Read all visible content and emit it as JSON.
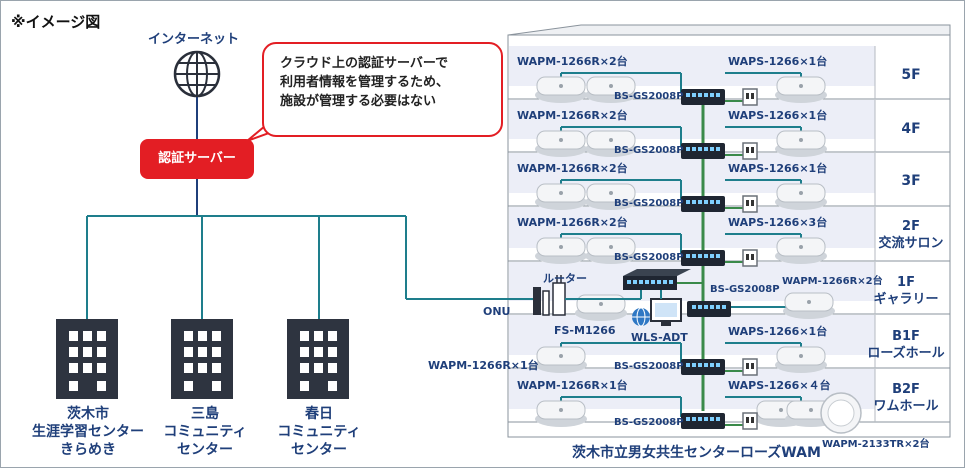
{
  "note": "※イメージ図",
  "internet_label": "インターネット",
  "auth_server": "認証サーバー",
  "callout": {
    "line1": "クラウド上の認証サーバーで",
    "line2": "利用者情報を管理するため、",
    "line3": "施設が管理する必要はない"
  },
  "buildings": [
    {
      "line1": "茨木市",
      "line2": "生涯学習センター",
      "line3": "きらめき"
    },
    {
      "line1": "三島",
      "line2": "コミュニティ",
      "line3": "センター"
    },
    {
      "line1": "春日",
      "line2": "コミュニティ",
      "line3": "センター"
    }
  ],
  "floors": [
    {
      "name": "5F",
      "sub": "",
      "left_ap": "WAPM-1266R×2台",
      "right_ap": "WAPS-1266×1台",
      "switch": "BS-GS2008P"
    },
    {
      "name": "4F",
      "sub": "",
      "left_ap": "WAPM-1266R×2台",
      "right_ap": "WAPS-1266×1台",
      "switch": "BS-GS2008P"
    },
    {
      "name": "3F",
      "sub": "",
      "left_ap": "WAPM-1266R×2台",
      "right_ap": "WAPS-1266×1台",
      "switch": "BS-GS2008P"
    },
    {
      "name": "2F",
      "sub": "交流サロン",
      "left_ap": "WAPM-1266R×2台",
      "right_ap": "WAPS-1266×3台",
      "switch": "BS-GS2008P"
    },
    {
      "name": "1F",
      "sub": "ギャラリー",
      "left_ap": "",
      "right_ap": "WAPM-1266R×2台",
      "switch": "BS-GS2008P"
    },
    {
      "name": "B1F",
      "sub": "ローズホール",
      "left_ap": "WAPM-1266R×1台",
      "right_ap": "WAPS-1266×1台",
      "switch": "BS-GS2008P"
    },
    {
      "name": "B2F",
      "sub": "ワムホール",
      "left_ap": "WAPM-1266R×1台",
      "right_ap": "WAPS-1266×４台",
      "switch": "BS-GS2008P"
    }
  ],
  "router_label": "ルーター",
  "onu_label": "ONU",
  "fs_label": "FS-M1266",
  "wls_label": "WLS-ADT",
  "wapm2133_label": "WAPM-2133TR×2台",
  "facility_label": "茨木市立男女共生センターローズWAM",
  "colors": {
    "navy": "#1f3f7a",
    "red": "#e31e24",
    "teal": "#1e7e8c",
    "green": "#3a8a4a"
  }
}
